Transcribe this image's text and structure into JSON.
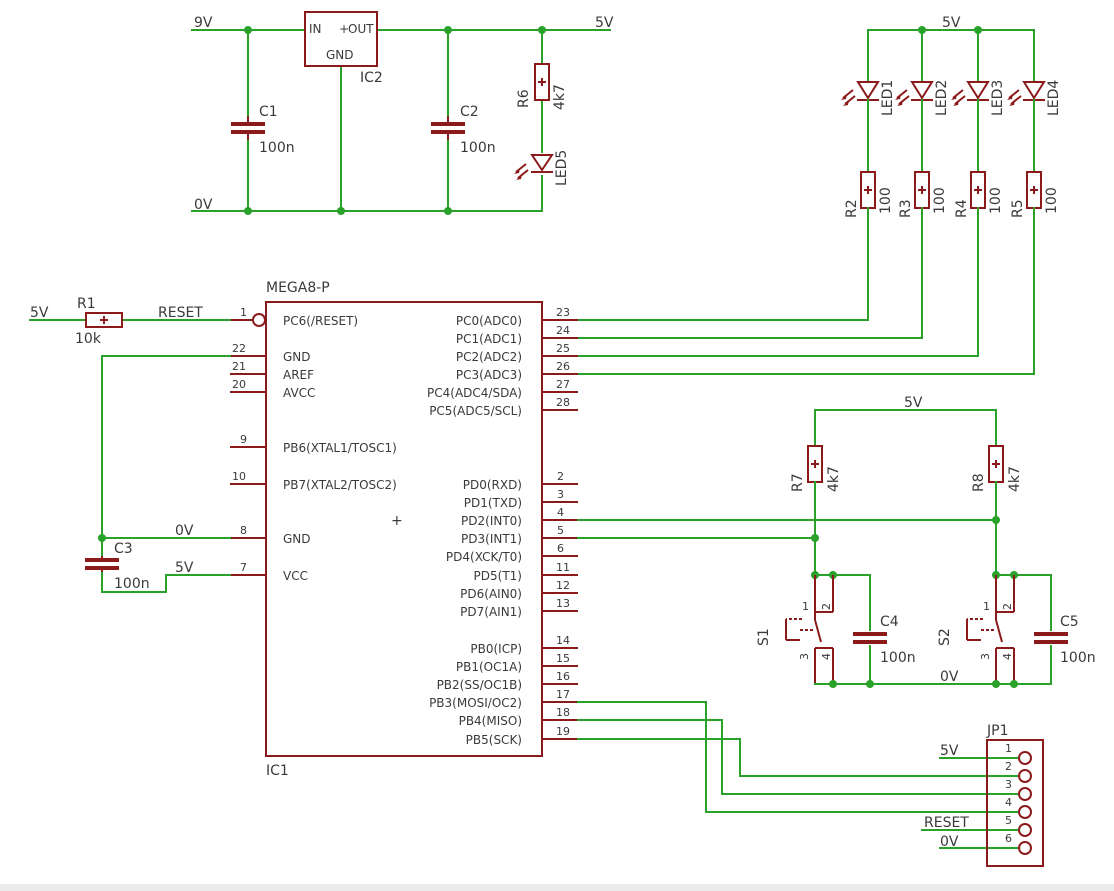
{
  "nets": {
    "v9": "9V",
    "v5": "5V",
    "v0": "0V",
    "reset": "RESET"
  },
  "regulator": {
    "ref": "IC2",
    "in": "IN",
    "out": "OUT",
    "gnd": "GND"
  },
  "caps": {
    "c1": {
      "ref": "C1",
      "value": "100n"
    },
    "c2": {
      "ref": "C2",
      "value": "100n"
    },
    "c3": {
      "ref": "C3",
      "value": "100n"
    },
    "c4": {
      "ref": "C4",
      "value": "100n"
    },
    "c5": {
      "ref": "C5",
      "value": "100n"
    }
  },
  "resistors": {
    "r1": {
      "ref": "R1",
      "value": "10k"
    },
    "r2": {
      "ref": "R2",
      "value": "100"
    },
    "r3": {
      "ref": "R3",
      "value": "100"
    },
    "r4": {
      "ref": "R4",
      "value": "100"
    },
    "r5": {
      "ref": "R5",
      "value": "100"
    },
    "r6": {
      "ref": "R6",
      "value": "4k7"
    },
    "r7": {
      "ref": "R7",
      "value": "4k7"
    },
    "r8": {
      "ref": "R8",
      "value": "4k7"
    }
  },
  "leds": [
    "LED1",
    "LED2",
    "LED3",
    "LED4",
    "LED5"
  ],
  "switches": [
    "S1",
    "S2"
  ],
  "switch_pins": [
    "1",
    "2",
    "3",
    "4"
  ],
  "mcu": {
    "part": "MEGA8-P",
    "ref": "IC1",
    "left_pins": [
      {
        "num": "1",
        "name": "PC6(/RESET)"
      },
      {
        "num": "22",
        "name": "GND"
      },
      {
        "num": "21",
        "name": "AREF"
      },
      {
        "num": "20",
        "name": "AVCC"
      },
      {
        "num": "9",
        "name": "PB6(XTAL1/TOSC1)"
      },
      {
        "num": "10",
        "name": "PB7(XTAL2/TOSC2)"
      },
      {
        "num": "8",
        "name": "GND"
      },
      {
        "num": "7",
        "name": "VCC"
      }
    ],
    "right_pins": [
      {
        "num": "23",
        "name": "PC0(ADC0)"
      },
      {
        "num": "24",
        "name": "PC1(ADC1)"
      },
      {
        "num": "25",
        "name": "PC2(ADC2)"
      },
      {
        "num": "26",
        "name": "PC3(ADC3)"
      },
      {
        "num": "27",
        "name": "PC4(ADC4/SDA)"
      },
      {
        "num": "28",
        "name": "PC5(ADC5/SCL)"
      },
      {
        "num": "2",
        "name": "PD0(RXD)"
      },
      {
        "num": "3",
        "name": "PD1(TXD)"
      },
      {
        "num": "4",
        "name": "PD2(INT0)"
      },
      {
        "num": "5",
        "name": "PD3(INT1)"
      },
      {
        "num": "6",
        "name": "PD4(XCK/T0)"
      },
      {
        "num": "11",
        "name": "PD5(T1)"
      },
      {
        "num": "12",
        "name": "PD6(AIN0)"
      },
      {
        "num": "13",
        "name": "PD7(AIN1)"
      },
      {
        "num": "14",
        "name": "PB0(ICP)"
      },
      {
        "num": "15",
        "name": "PB1(OC1A)"
      },
      {
        "num": "16",
        "name": "PB2(SS/OC1B)"
      },
      {
        "num": "17",
        "name": "PB3(MOSI/OC2)"
      },
      {
        "num": "18",
        "name": "PB4(MISO)"
      },
      {
        "num": "19",
        "name": "PB5(SCK)"
      }
    ]
  },
  "header": {
    "ref": "JP1",
    "pins": [
      "1",
      "2",
      "3",
      "4",
      "5",
      "6"
    ]
  }
}
